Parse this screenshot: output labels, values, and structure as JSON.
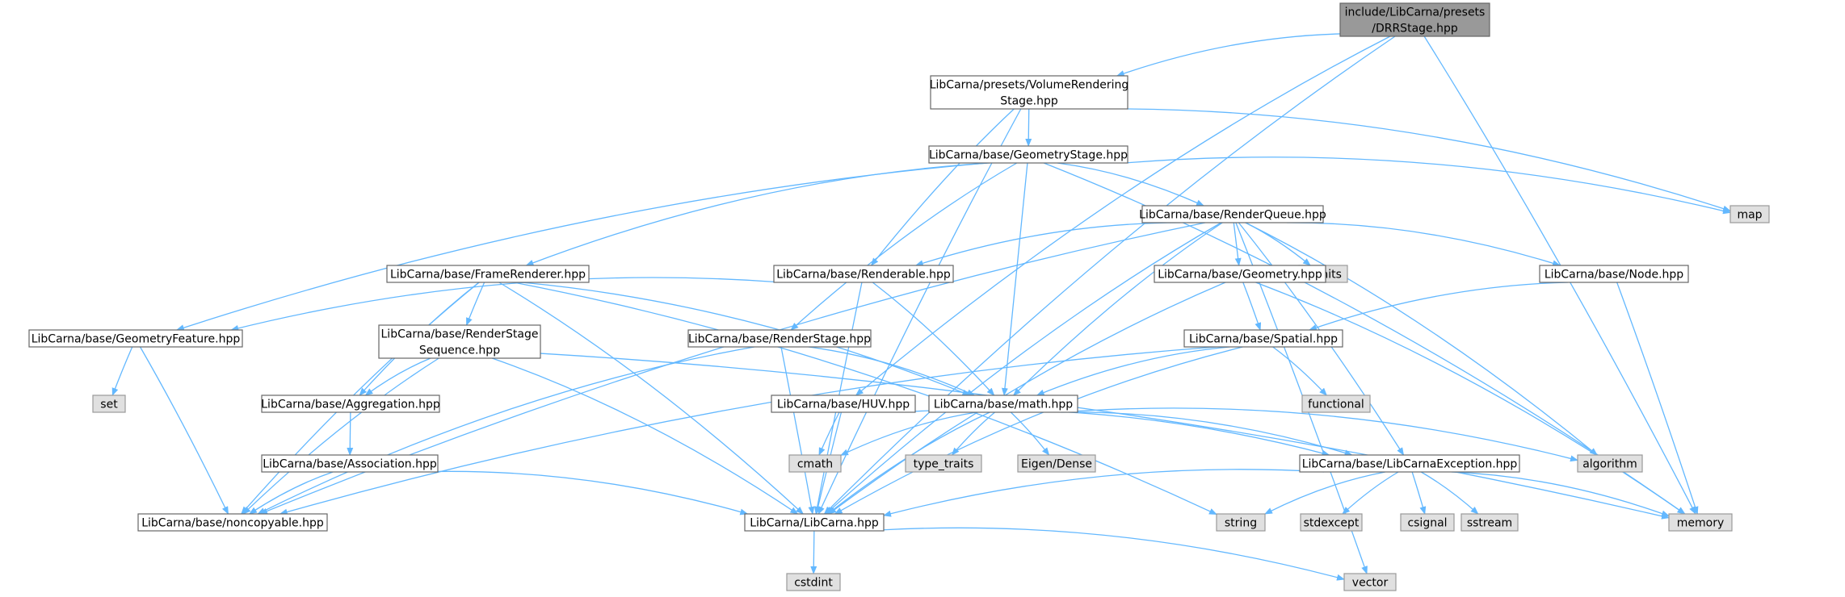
{
  "graph": {
    "nodes": [
      {
        "id": "root",
        "lines": [
          "include/LibCarna/presets",
          "/DRRStage.hpp"
        ],
        "kind": "root"
      },
      {
        "id": "vrstage",
        "lines": [
          "LibCarna/presets/VolumeRendering",
          "Stage.hpp"
        ],
        "kind": "internal"
      },
      {
        "id": "geomstage",
        "lines": [
          "LibCarna/base/GeometryStage.hpp"
        ],
        "kind": "internal"
      },
      {
        "id": "renderqueue",
        "lines": [
          "LibCarna/base/RenderQueue.hpp"
        ],
        "kind": "internal"
      },
      {
        "id": "map",
        "lines": [
          "map"
        ],
        "kind": "external"
      },
      {
        "id": "framerenderer",
        "lines": [
          "LibCarna/base/FrameRenderer.hpp"
        ],
        "kind": "internal"
      },
      {
        "id": "renderable",
        "lines": [
          "LibCarna/base/Renderable.hpp"
        ],
        "kind": "internal"
      },
      {
        "id": "climits",
        "lines": [
          "climits"
        ],
        "kind": "external"
      },
      {
        "id": "geometry",
        "lines": [
          "LibCarna/base/Geometry.hpp"
        ],
        "kind": "internal"
      },
      {
        "id": "node",
        "lines": [
          "LibCarna/base/Node.hpp"
        ],
        "kind": "internal"
      },
      {
        "id": "geomfeature",
        "lines": [
          "LibCarna/base/GeometryFeature.hpp"
        ],
        "kind": "internal"
      },
      {
        "id": "rss",
        "lines": [
          "LibCarna/base/RenderStage",
          "Sequence.hpp"
        ],
        "kind": "internal"
      },
      {
        "id": "renderstage",
        "lines": [
          "LibCarna/base/RenderStage.hpp"
        ],
        "kind": "internal"
      },
      {
        "id": "spatial",
        "lines": [
          "LibCarna/base/Spatial.hpp"
        ],
        "kind": "internal"
      },
      {
        "id": "set",
        "lines": [
          "set"
        ],
        "kind": "external"
      },
      {
        "id": "aggregation",
        "lines": [
          "LibCarna/base/Aggregation.hpp"
        ],
        "kind": "internal"
      },
      {
        "id": "huv",
        "lines": [
          "LibCarna/base/HUV.hpp"
        ],
        "kind": "internal"
      },
      {
        "id": "math",
        "lines": [
          "LibCarna/base/math.hpp"
        ],
        "kind": "internal"
      },
      {
        "id": "functional",
        "lines": [
          "functional"
        ],
        "kind": "external"
      },
      {
        "id": "association",
        "lines": [
          "LibCarna/base/Association.hpp"
        ],
        "kind": "internal"
      },
      {
        "id": "cmath",
        "lines": [
          "cmath"
        ],
        "kind": "external"
      },
      {
        "id": "type_traits",
        "lines": [
          "type_traits"
        ],
        "kind": "external"
      },
      {
        "id": "eigen",
        "lines": [
          "Eigen/Dense"
        ],
        "kind": "external"
      },
      {
        "id": "libcarnaexc",
        "lines": [
          "LibCarna/base/LibCarnaException.hpp"
        ],
        "kind": "internal"
      },
      {
        "id": "algorithm",
        "lines": [
          "algorithm"
        ],
        "kind": "external"
      },
      {
        "id": "noncopyable",
        "lines": [
          "LibCarna/base/noncopyable.hpp"
        ],
        "kind": "internal"
      },
      {
        "id": "libcarna",
        "lines": [
          "LibCarna/LibCarna.hpp"
        ],
        "kind": "internal"
      },
      {
        "id": "string",
        "lines": [
          "string"
        ],
        "kind": "external"
      },
      {
        "id": "stdexcept",
        "lines": [
          "stdexcept"
        ],
        "kind": "external"
      },
      {
        "id": "csignal",
        "lines": [
          "csignal"
        ],
        "kind": "external"
      },
      {
        "id": "sstream",
        "lines": [
          "sstream"
        ],
        "kind": "external"
      },
      {
        "id": "memory",
        "lines": [
          "memory"
        ],
        "kind": "external"
      },
      {
        "id": "cstdint",
        "lines": [
          "cstdint"
        ],
        "kind": "external"
      },
      {
        "id": "vector",
        "lines": [
          "vector"
        ],
        "kind": "external"
      }
    ],
    "edges": [
      [
        "root",
        "vrstage"
      ],
      [
        "root",
        "huv"
      ],
      [
        "root",
        "libcarna"
      ],
      [
        "root",
        "memory"
      ],
      [
        "vrstage",
        "geomstage"
      ],
      [
        "vrstage",
        "renderable"
      ],
      [
        "vrstage",
        "libcarna"
      ],
      [
        "vrstage",
        "map"
      ],
      [
        "geomstage",
        "renderqueue"
      ],
      [
        "geomstage",
        "map"
      ],
      [
        "geomstage",
        "framerenderer"
      ],
      [
        "geomstage",
        "geomfeature"
      ],
      [
        "geomstage",
        "renderstage"
      ],
      [
        "geomstage",
        "math"
      ],
      [
        "geomstage",
        "memory"
      ],
      [
        "renderqueue",
        "renderable"
      ],
      [
        "renderqueue",
        "climits"
      ],
      [
        "renderqueue",
        "geometry"
      ],
      [
        "renderqueue",
        "node"
      ],
      [
        "renderqueue",
        "math"
      ],
      [
        "renderqueue",
        "libcarnaexc"
      ],
      [
        "renderqueue",
        "algorithm"
      ],
      [
        "renderqueue",
        "noncopyable"
      ],
      [
        "renderqueue",
        "libcarna"
      ],
      [
        "renderqueue",
        "vector"
      ],
      [
        "framerenderer",
        "rss"
      ],
      [
        "framerenderer",
        "aggregation"
      ],
      [
        "framerenderer",
        "math"
      ],
      [
        "framerenderer",
        "noncopyable"
      ],
      [
        "framerenderer",
        "libcarna"
      ],
      [
        "framerenderer",
        "string"
      ],
      [
        "renderable",
        "geomfeature"
      ],
      [
        "renderable",
        "math"
      ],
      [
        "renderable",
        "libcarna"
      ],
      [
        "geometry",
        "spatial"
      ],
      [
        "geometry",
        "libcarna"
      ],
      [
        "geometry",
        "memory"
      ],
      [
        "node",
        "spatial"
      ],
      [
        "node",
        "memory"
      ],
      [
        "geomfeature",
        "set"
      ],
      [
        "geomfeature",
        "noncopyable"
      ],
      [
        "rss",
        "aggregation"
      ],
      [
        "rss",
        "noncopyable"
      ],
      [
        "rss",
        "libcarna"
      ],
      [
        "rss",
        "memory"
      ],
      [
        "renderstage",
        "math"
      ],
      [
        "renderstage",
        "noncopyable"
      ],
      [
        "renderstage",
        "libcarna"
      ],
      [
        "spatial",
        "functional"
      ],
      [
        "spatial",
        "math"
      ],
      [
        "spatial",
        "noncopyable"
      ],
      [
        "spatial",
        "libcarna"
      ],
      [
        "aggregation",
        "association"
      ],
      [
        "huv",
        "cmath"
      ],
      [
        "huv",
        "libcarnaexc"
      ],
      [
        "huv",
        "libcarna"
      ],
      [
        "math",
        "cmath"
      ],
      [
        "math",
        "type_traits"
      ],
      [
        "math",
        "eigen"
      ],
      [
        "math",
        "libcarnaexc"
      ],
      [
        "math",
        "algorithm"
      ],
      [
        "math",
        "libcarna"
      ],
      [
        "association",
        "noncopyable"
      ],
      [
        "association",
        "libcarna"
      ],
      [
        "libcarnaexc",
        "string"
      ],
      [
        "libcarnaexc",
        "stdexcept"
      ],
      [
        "libcarnaexc",
        "csignal"
      ],
      [
        "libcarnaexc",
        "sstream"
      ],
      [
        "libcarnaexc",
        "memory"
      ],
      [
        "libcarnaexc",
        "libcarna"
      ],
      [
        "libcarna",
        "cstdint"
      ],
      [
        "libcarna",
        "vector"
      ]
    ]
  },
  "colors": {
    "edge": "#63b8ff",
    "node_border": "#666666",
    "root_fill": "#999999",
    "external_fill": "#e0e0e0",
    "internal_fill": "#ffffff"
  }
}
